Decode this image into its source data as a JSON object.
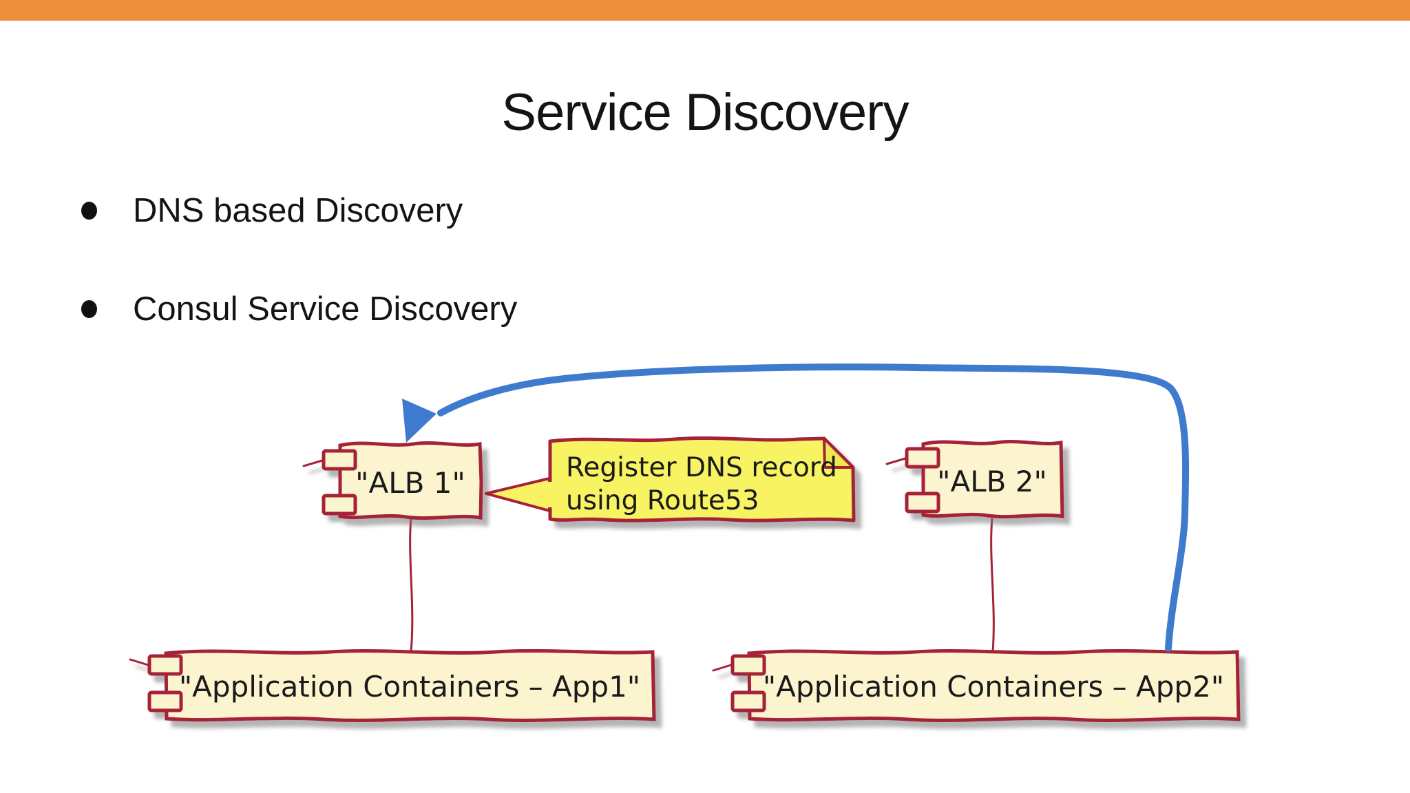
{
  "page": {
    "background_color": "#ffffff",
    "top_bar_color": "#EE8F3D"
  },
  "slide": {
    "title": "Service Discovery",
    "bullets": [
      {
        "label": "DNS based Discovery"
      },
      {
        "label": "Consul Service Discovery"
      }
    ]
  },
  "diagram": {
    "type": "plantuml-component-diagram",
    "style": "handwritten",
    "colors": {
      "component_fill": "#FBF4CF",
      "component_border": "#A52138",
      "note_fill": "#F7F362",
      "note_border": "#A52138",
      "connector_red": "#A52138",
      "arrow_blue": "#3E7BCE"
    },
    "components": [
      {
        "id": "alb1",
        "label": "\"ALB 1\""
      },
      {
        "id": "alb2",
        "label": "\"ALB 2\""
      },
      {
        "id": "app1",
        "label": "\"Application Containers – App1\""
      },
      {
        "id": "app2",
        "label": "\"Application Containers – App2\""
      }
    ],
    "note": {
      "text_line1": "Register DNS record",
      "text_line2": "using Route53",
      "attached_to": "alb1"
    },
    "edges": [
      {
        "from": "alb1",
        "to": "app1",
        "style": "line",
        "color": "#A52138"
      },
      {
        "from": "alb2",
        "to": "app2",
        "style": "line",
        "color": "#A52138"
      },
      {
        "from": "app2",
        "to": "alb1",
        "style": "curved-arrow",
        "color": "#3E7BCE"
      }
    ]
  }
}
